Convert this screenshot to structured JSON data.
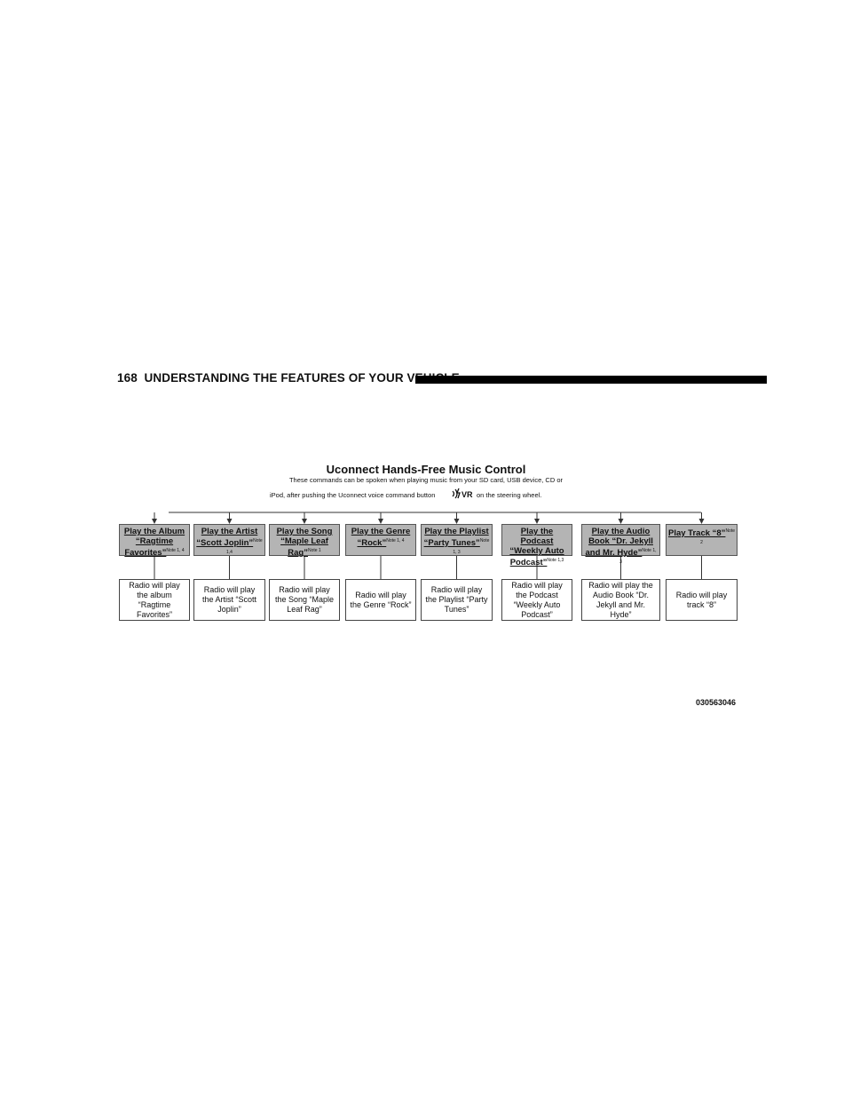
{
  "header": {
    "page_number": "168",
    "title": "UNDERSTANDING THE FEATURES OF YOUR VEHICLE"
  },
  "diagram": {
    "title": "Uconnect Hands-Free Music Control",
    "subtitle_line1": "These commands can be spoken when playing music from your SD card, USB device, CD or",
    "subtitle_line2_before": "iPod, after pushing the Uconnect voice command button",
    "subtitle_line2_after": "on the steering wheel.",
    "icon": "voice-command-vr-icon",
    "commands": [
      {
        "label": "Play the Album “Ragtime Favorites”",
        "note": "Note 1, 4",
        "result": "Radio will play the album “Ragtime Favorites”"
      },
      {
        "label": "Play the Artist “Scott Joplin”",
        "note": "Note 1,4",
        "result": "Radio will play the Artist “Scott Joplin”"
      },
      {
        "label": "Play the Song “Maple Leaf Rag”",
        "note": "Note 1",
        "result": "Radio will play the Song “Maple Leaf Rag”"
      },
      {
        "label": "Play the Genre “Rock”",
        "note": "Note 1, 4",
        "result": "Radio will play the Genre “Rock”"
      },
      {
        "label": "Play the Playlist “Party Tunes”",
        "note": "Note 1, 3",
        "result": "Radio will play the Playlist “Party Tunes”"
      },
      {
        "label": "Play the Podcast “Weekly Auto Podcast”",
        "note": "Note 1,3",
        "result": "Radio will play the Podcast “Weekly Auto Podcast”"
      },
      {
        "label": "Play the Audio Book “Dr. Jekyll and Mr. Hyde”",
        "note": "Note 1, 3",
        "result": "Radio will play the Audio Book “Dr. Jekyll and Mr. Hyde”"
      },
      {
        "label": "Play Track “8”",
        "note": "Note 2",
        "result": "Radio will play track “8”"
      }
    ],
    "image_code": "030563046"
  }
}
